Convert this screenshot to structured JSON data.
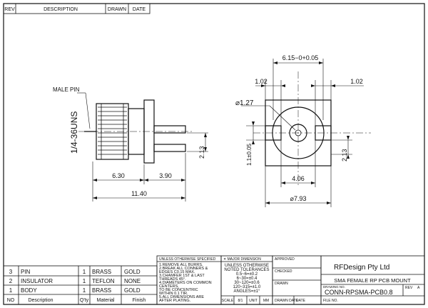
{
  "revision_block": {
    "headers": [
      "REV",
      "DESCRIPTION",
      "DRAWN",
      "DATE"
    ]
  },
  "left_view": {
    "callout_pin": "MALE PIN",
    "thread_label": "1/4-36UNS",
    "dim_6_30": "6.30",
    "dim_3_90": "3.90",
    "dim_11_40": "11.40",
    "dim_2_13": "2.13"
  },
  "right_view": {
    "dim_top": "6.15−0+0.05",
    "dim_102_left": "1.02",
    "dim_102_right": "1.02",
    "dim_hole": "⌀1.27",
    "dim_11": "1.1±0.05",
    "dim_2_13": "2.13",
    "dim_4_06": "4.06",
    "dim_7_93": "⌀7.93"
  },
  "bom": {
    "headers": [
      "NO",
      "Description",
      "Q'ty",
      "Material",
      "Finish"
    ],
    "rows": [
      {
        "no": "3",
        "desc": "PIN",
        "qty": "1",
        "material": "BRASS",
        "finish": "GOLD"
      },
      {
        "no": "2",
        "desc": "INSULATOR",
        "qty": "1",
        "material": "TEFLON",
        "finish": "NONE"
      },
      {
        "no": "1",
        "desc": "BODY",
        "qty": "1",
        "material": "BRASS",
        "finish": "GOLD"
      }
    ]
  },
  "notes": {
    "header": "UNLESS OTHERWISE SPECIFIED",
    "lines": [
      "1.REMOVE ALL BURRS.",
      "2.BREAK ALL CONNERS &",
      "   EDGES C0.15 MAX.",
      "3.CHAMFER 1ST & LAST",
      "   THREADS 45°.",
      "4.DIAMETERS ON COMMON",
      "   CENTERS,",
      "   TO BE CONCENTRIC",
      "   WITHIN 0.1 TIR.",
      "5.ALL DIMENSIONS ARE",
      "   AFTER PLATING."
    ]
  },
  "tolerances": {
    "header": "✶ MAJOR DIMENSION",
    "lines": [
      "UNLESS OTHERWISE",
      "NOTED TOLERANCES",
      "0.5~6=±0.2",
      "6~30=±0.4",
      "30~120=±0.6",
      "120~315=±1.0",
      "ANGLES=±1°"
    ],
    "scale_labels": [
      "SCALE",
      "8/1",
      "UNIT",
      "MM"
    ]
  },
  "approvals": {
    "labels": [
      "APPROVED",
      "CHECKED",
      "DRAWN"
    ],
    "drawn_footer": [
      "DRAWN DATE",
      "DATE"
    ]
  },
  "title_block": {
    "company": "RFDesign Pty Ltd",
    "title": "SMA FEMALE RP PCB MOUNT",
    "drawing_no_label": "DRAWING NO.",
    "drawing_no": "CONN-RPSMA-PCB0.8",
    "rev_label": "REV",
    "rev_value": "A",
    "file_no_label": "FILE NO."
  }
}
